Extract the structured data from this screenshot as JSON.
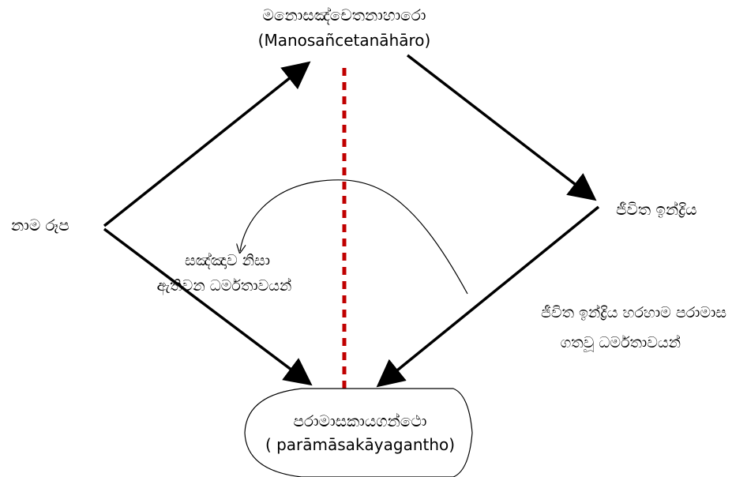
{
  "nodes": {
    "top": {
      "line1": "මනොසඤ්චෙතනාහාරො",
      "line2": "(Manosañcetanāhāro)"
    },
    "left": {
      "label": "නාම රූප"
    },
    "right": {
      "label": "ජීවිත ඉන්ද්‍රිය"
    },
    "bottom": {
      "line1": "පරාමාසකායගන්ථො",
      "line2": "( parāmāsakāyagantho)"
    }
  },
  "annotations": {
    "left_middle": {
      "line1": "සඤ්ඤාව නිසා",
      "line2": "ඇතිවන ධර්මතාවයන්"
    },
    "right_lower": {
      "line1": "ජීවිත ඉන්ද්‍රිය හරහාම පරාමාස",
      "line2": "ගතවූ ධර්මතාවයන්"
    }
  },
  "colors": {
    "arrows": "#000000",
    "divider": "#c00000",
    "text": "#000000"
  }
}
